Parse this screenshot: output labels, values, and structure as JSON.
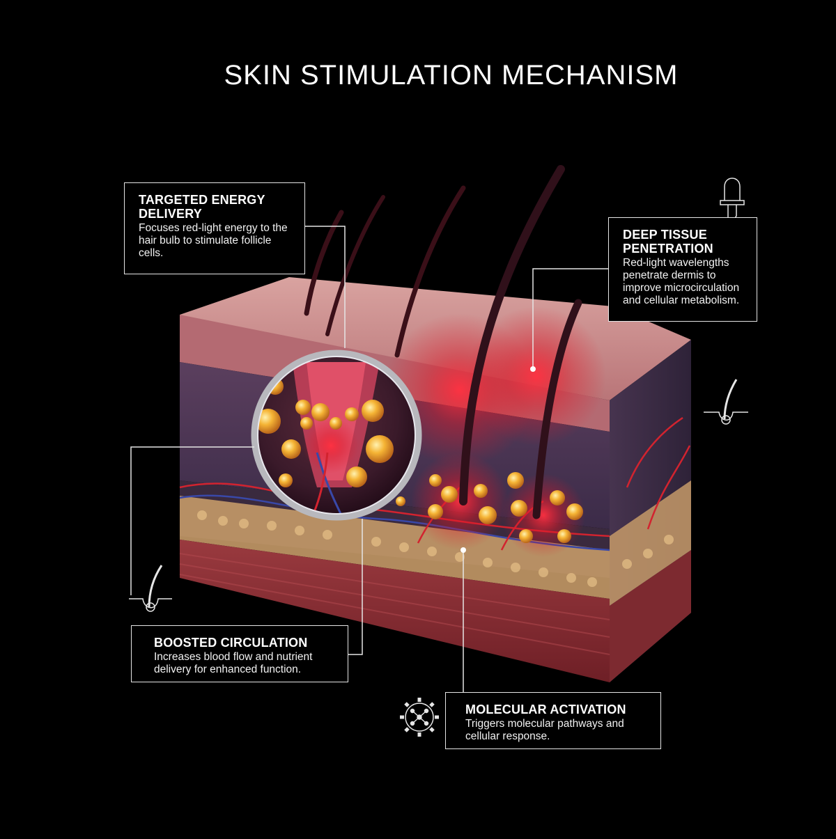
{
  "header": {
    "title": "SKIN STIMULATION MECHANISM"
  },
  "callouts": {
    "targeted": {
      "title": "TARGETED ENERGY DELIVERY",
      "body": "Focuses red-light energy to the hair bulb to stimulate follicle cells."
    },
    "deep": {
      "title": "DEEP TISSUE PENETRATION",
      "body": "Red-light wavelengths penetrate dermis to improve microcirculation and cellular metabolism."
    },
    "circulation": {
      "title": "BOOSTED CIRCULATION",
      "body": "Increases blood flow and nutrient delivery for enhanced function."
    },
    "molecular": {
      "title": "MOLECULAR ACTIVATION",
      "body": "Triggers molecular pathways and cellular response."
    }
  },
  "icons": {
    "led": "led-bulb-icon",
    "hair_right": "hair-follicle-icon",
    "hair_left": "hair-follicle-icon",
    "gear": "gear-molecule-icon"
  },
  "colors": {
    "background": "#000000",
    "epidermis": "#c98a8a",
    "dermis": "#4a3a55",
    "fat": "#c9a06a",
    "muscle": "#8a2b32",
    "glow": "#ff2a3a",
    "molecule": "#f0a830"
  }
}
